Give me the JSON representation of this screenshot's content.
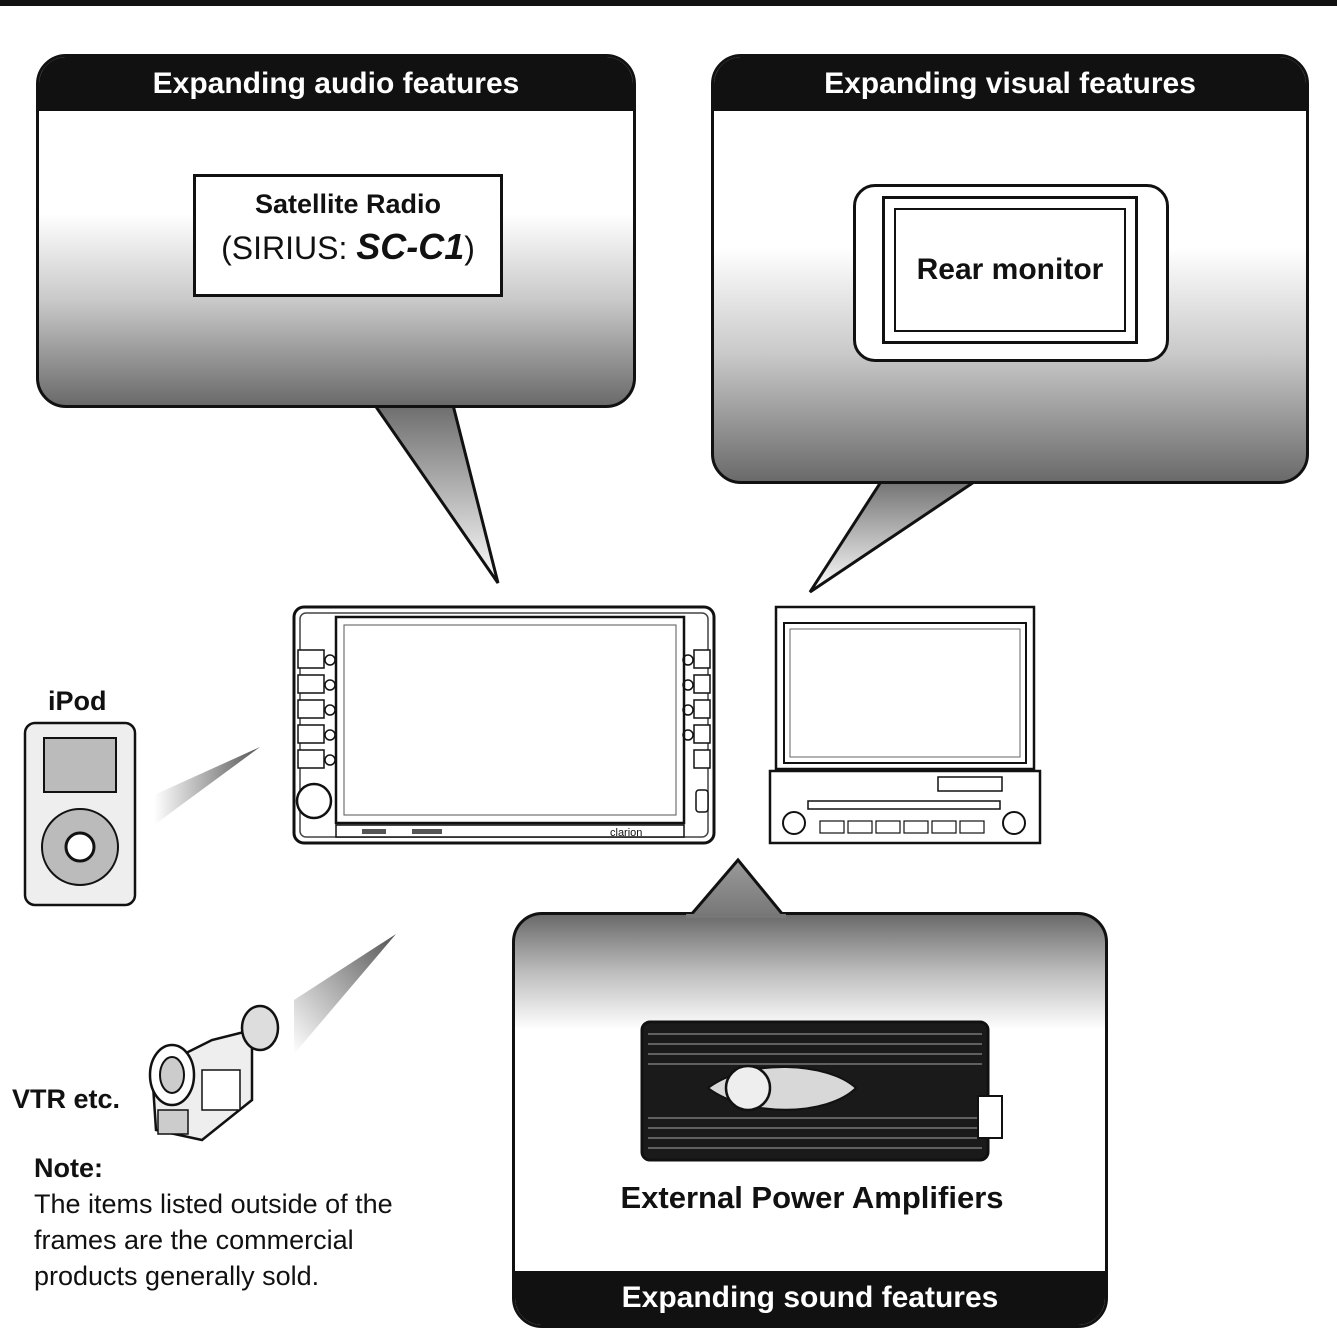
{
  "callouts": {
    "audio": {
      "title": "Expanding audio features"
    },
    "visual": {
      "title": "Expanding visual features"
    },
    "sound": {
      "title": "Expanding sound features"
    }
  },
  "satellite": {
    "line1": "Satellite Radio",
    "line2_prefix": "(SIRIUS: ",
    "model": "SC-C1",
    "line2_suffix": ")"
  },
  "monitor": {
    "label": "Rear monitor"
  },
  "amplifier": {
    "label": "External Power Amplifiers"
  },
  "devices": {
    "ipod": "iPod",
    "vtr": "VTR etc.",
    "head_unit_brand": "clarion"
  },
  "note": {
    "title": "Note:",
    "lines": [
      "The items listed outside of the",
      "frames are the commercial",
      "products generally sold."
    ]
  }
}
